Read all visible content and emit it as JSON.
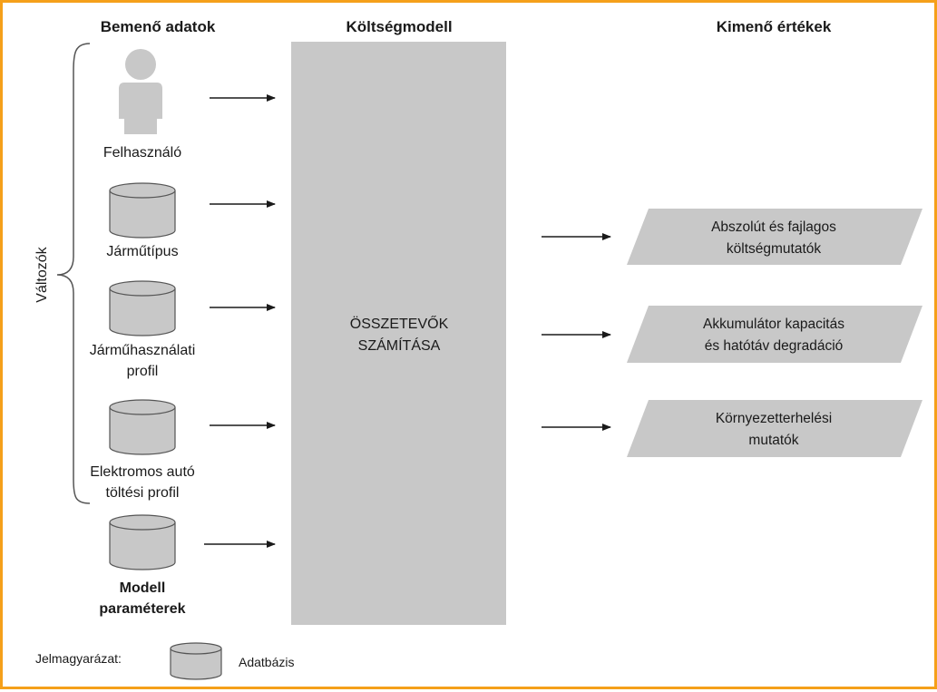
{
  "headers": {
    "inputs": "Bemenő adatok",
    "model": "Költségmodell",
    "outputs": "Kimenő értékek"
  },
  "variables_label": "Változók",
  "inputs": [
    {
      "icon": "person-icon",
      "lines": [
        "Felhasználó"
      ],
      "bold": false
    },
    {
      "icon": "database-icon",
      "lines": [
        "Járműtípus"
      ],
      "bold": false
    },
    {
      "icon": "database-icon",
      "lines": [
        "Járműhasználati",
        "profil"
      ],
      "bold": false
    },
    {
      "icon": "database-icon",
      "lines": [
        "Elektromos autó",
        "töltési profil"
      ],
      "bold": false
    },
    {
      "icon": "database-icon",
      "lines": [
        "Modell",
        "paraméterek"
      ],
      "bold": true
    }
  ],
  "model_box": {
    "lines": [
      "ÖSSZETEVŐK",
      "SZÁMÍTÁSA"
    ]
  },
  "outputs": [
    {
      "lines": [
        "Abszolút és fajlagos",
        "költségmutatók"
      ]
    },
    {
      "lines": [
        "Akkumulátor kapacitás",
        "és hatótáv degradáció"
      ]
    },
    {
      "lines": [
        "Környezetterhelési",
        "mutatók"
      ]
    }
  ],
  "legend": {
    "title": "Jelmagyarázat:",
    "item": "Adatbázis",
    "icon": "database-icon"
  },
  "colors": {
    "frame": "#f5a01a",
    "shape_fill": "#c8c8c8",
    "shape_stroke": "#555555",
    "text": "#1a1a1a"
  }
}
